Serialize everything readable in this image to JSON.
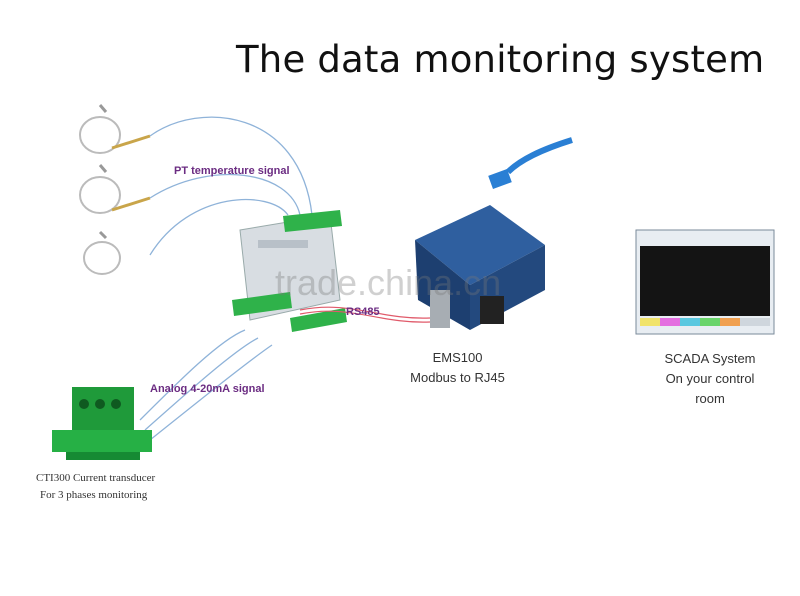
{
  "title": "The data monitoring system",
  "labels": {
    "pt_signal": "PT temperature signal",
    "rs485": "RS485",
    "analog": "Analog 4-20mA signal"
  },
  "ems": {
    "line1": "EMS100",
    "line2": "Modbus to RJ45"
  },
  "scada": {
    "line1": "SCADA System",
    "line2": "On your control",
    "line3": "room"
  },
  "transducer": {
    "line1": "CTI300 Current transducer",
    "line2": "For 3 phases monitoring"
  },
  "watermark": "trade.china.cn",
  "colors": {
    "label_purple": "#6b2c82",
    "module_green": "#2fb24a",
    "converter_blue": "#2f5f9f",
    "cable_blue": "#2a7fd4"
  }
}
